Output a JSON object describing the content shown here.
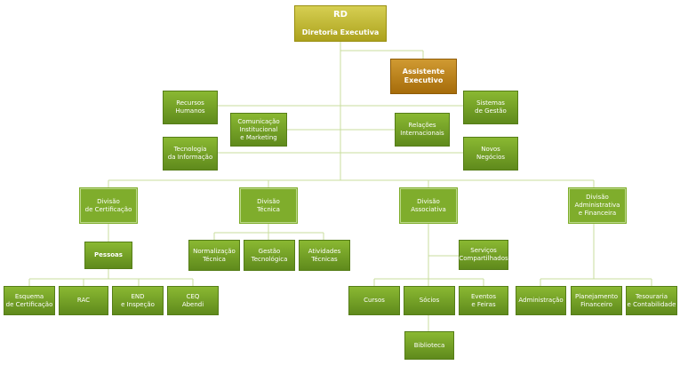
{
  "rd": {
    "code": "RD",
    "name": "Diretoria Executiva"
  },
  "assistant": "Assistente\nExecutivo",
  "staff": {
    "rh": "Recursos\nHumanos",
    "com": "Comunicação\nInstitucional\ne Marketing",
    "ti": "Tecnologia\nda Informação",
    "sis": "Sistemas\nde Gestão",
    "rel": "Relações\nInternacionais",
    "neg": "Novos\nNegócios"
  },
  "divisions": {
    "cert": "Divisão\nde Certificação",
    "tec": "Divisão\nTécnica",
    "assoc": "Divisão\nAssociativa",
    "adm": "Divisão\nAdministrativa\ne Financeira"
  },
  "units": {
    "pessoas": "Pessoas",
    "esquema": "Esquema\nde Certificação",
    "rac": "RAC",
    "end": "END\ne Inspeção",
    "ceq": "CEQ\nAbendi",
    "norm": "Normalização\nTécnica",
    "gestao": "Gestão\nTecnológica",
    "ativ": "Atividades\nTécnicas",
    "serv": "Serviços\nCompartilhados",
    "cursos": "Cursos",
    "socios": "Sócios",
    "eventos": "Eventos\ne Feiras",
    "biblio": "Biblioteca",
    "admin": "Administração",
    "plan": "Planejamento\nFinanceiro",
    "tes": "Tesouraria\ne Contabilidade"
  }
}
